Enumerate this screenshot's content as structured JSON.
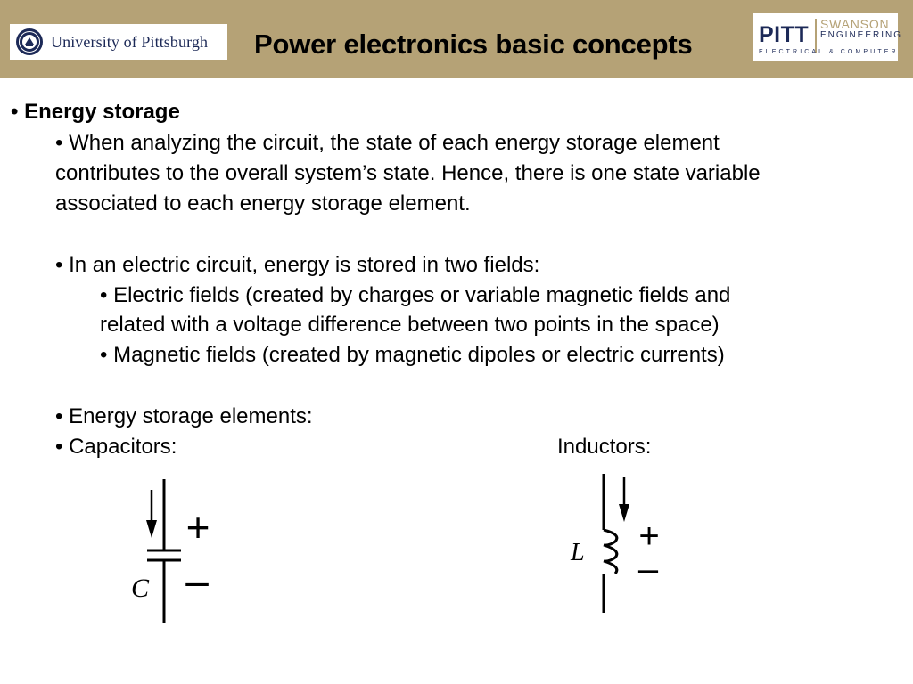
{
  "header": {
    "university_logo_text": "University of Pittsburgh",
    "title": "Power electronics basic concepts",
    "school_logo": {
      "pitt": "PITT",
      "swanson": "SWANSON",
      "engineering": "ENGINEERING",
      "department": "ELECTRICAL & COMPUTER"
    }
  },
  "content": {
    "heading": "• Energy storage",
    "para1": [
      "• When analyzing the circuit, the state of each energy storage element",
      "contributes to the overall system’s state. Hence, there is one state variable",
      "associated to each energy storage element."
    ],
    "para2_intro": "• In an electric circuit, energy is stored in two fields:",
    "para2_sub": [
      "• Electric fields (created by charges or variable magnetic fields and",
      "related with a voltage difference between two points in the space)",
      "• Magnetic fields (created by magnetic dipoles or electric currents)"
    ],
    "para3": "• Energy storage elements:",
    "capacitors_label": "• Capacitors:",
    "inductors_label": "Inductors:"
  },
  "diagrams": {
    "capacitor": {
      "symbol": "C",
      "plus": "+",
      "minus": "–"
    },
    "inductor": {
      "symbol": "L",
      "plus": "+",
      "minus": "–"
    }
  },
  "colors": {
    "header_bar": "#b5a276",
    "navy": "#1c2957"
  }
}
